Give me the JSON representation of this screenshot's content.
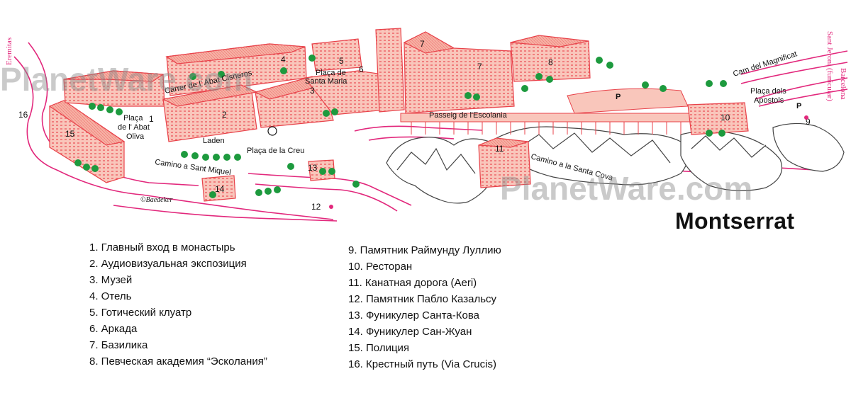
{
  "map": {
    "title": "Montserrat",
    "watermark": "PlanetWare.com",
    "copyright": "©Baedeker",
    "roads": {
      "eremitas": "Eremitas",
      "barcelona": "Barcelona",
      "sant_jeroni": "Sant Jeroni (funicular)",
      "cami_magnificat": "Cam del Magnificat",
      "camino_sant_miquel": "Camino a Sant Miquel",
      "camino_santa_cova": "Camino a la Santa Cova"
    },
    "places": {
      "carrer_abat_cisneros": "Carrer de l' Abat Cisneros",
      "placa_santa_maria_1": "Plaça de",
      "placa_santa_maria_2": "Santa Maria",
      "placa_abat_oliva_1": "Plaça",
      "placa_abat_oliva_2": "de l' Abat",
      "placa_abat_oliva_3": "Oliva",
      "placa_creu": "Plaça de la Creu",
      "laden": "Laden",
      "passeig_escolania": "Passeig de l'Escolania",
      "placa_apostols_1": "Plaça dels",
      "placa_apostols_2": "Apostols"
    },
    "parking_label": "P",
    "numbers": [
      "1",
      "2",
      "3",
      "4",
      "5",
      "6",
      "7",
      "7",
      "8",
      "9",
      "10",
      "11",
      "12",
      "13",
      "14",
      "15",
      "16"
    ],
    "colors": {
      "building_fill": "#f7b9ad",
      "building_stroke": "#e8424a",
      "road": "#e2287c",
      "tree": "#1d9a3e",
      "rock": "#444444"
    }
  },
  "legend": {
    "left": [
      "1. Главный вход в монастырь",
      "2. Аудиовизуальная экспозиция",
      "3. Музей",
      "4. Отель",
      "5. Готический клуатр",
      "6. Аркада",
      "7. Базилика",
      "8. Певческая академия “Эсколания”"
    ],
    "right": [
      "9. Памятник Раймунду Луллию",
      "10. Ресторан",
      "11. Канатная дорога (Aeri)",
      "12. Памятник Пабло Казальсу",
      "13. Фуникулер Санта-Кова",
      "14. Фуникулер Сан-Жуан",
      "15. Полиция",
      "16. Крестный путь (Via Crucis)"
    ]
  }
}
